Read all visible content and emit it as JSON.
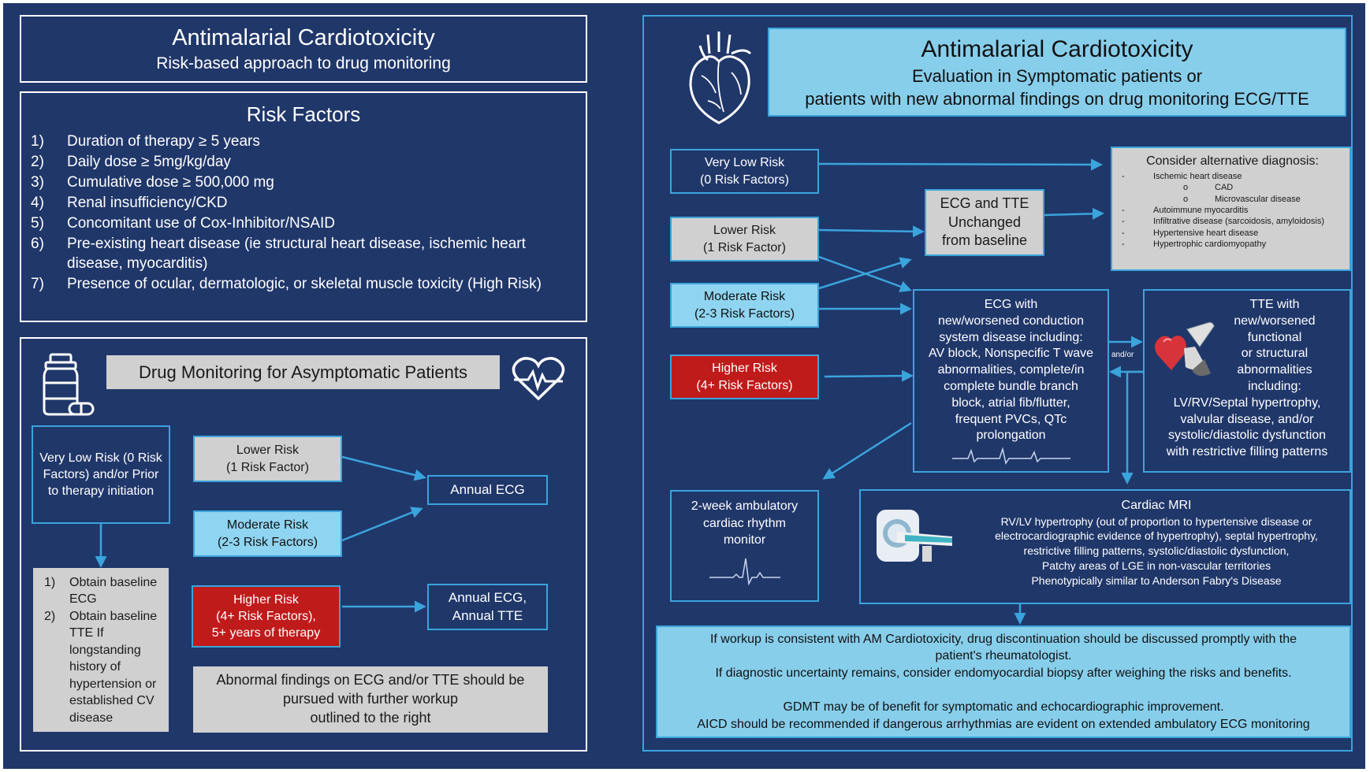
{
  "left": {
    "header": {
      "title": "Antimalarial Cardiotoxicity",
      "subtitle": "Risk-based approach to drug monitoring"
    },
    "risk_factors": {
      "title": "Risk Factors",
      "items": [
        {
          "num": "1)",
          "text": "Duration of therapy ≥ 5 years"
        },
        {
          "num": "2)",
          "text": "Daily dose ≥ 5mg/kg/day"
        },
        {
          "num": "3)",
          "text": "Cumulative dose ≥ 500,000 mg"
        },
        {
          "num": "4)",
          "text": "Renal insufficiency/CKD"
        },
        {
          "num": "5)",
          "text": "Concomitant use of Cox-Inhibitor/NSAID"
        },
        {
          "num": "6)",
          "text": "Pre-existing heart disease (ie structural heart disease, ischemic heart disease, myocarditis)"
        },
        {
          "num": "7)",
          "text": "Presence of ocular, dermatologic, or skeletal muscle toxicity (High Risk)"
        }
      ]
    },
    "monitoring": {
      "title": "Drug Monitoring for Asymptomatic Patients",
      "very_low": "Very Low Risk (0 Risk Factors) and/or Prior to therapy initiation",
      "steps": [
        {
          "num": "1)",
          "text": "Obtain baseline ECG"
        },
        {
          "num": "2)",
          "text": "Obtain baseline TTE If longstanding history of hypertension or established CV disease"
        }
      ],
      "lower": {
        "line1": "Lower Risk",
        "line2": "(1 Risk Factor)"
      },
      "moderate": {
        "line1": "Moderate Risk",
        "line2": "(2-3 Risk Factors)"
      },
      "higher": {
        "line1": "Higher Risk",
        "line2": "(4+ Risk Factors),",
        "line3": "5+ years of therapy"
      },
      "annual_ecg": "Annual ECG",
      "annual_ecg_tte": {
        "line1": "Annual ECG,",
        "line2": "Annual TTE"
      },
      "abnormal": {
        "line1": "Abnormal findings on ECG and/or TTE should be",
        "line2": "pursued with further workup",
        "line3": "outlined to the right"
      }
    }
  },
  "right": {
    "header": {
      "title": "Antimalarial Cardiotoxicity",
      "line1": "Evaluation in Symptomatic patients or",
      "line2": "patients with new abnormal findings on drug monitoring ECG/TTE"
    },
    "very_low": {
      "line1": "Very Low Risk",
      "line2": "(0 Risk Factors)"
    },
    "lower": {
      "line1": "Lower Risk",
      "line2": "(1 Risk Factor)"
    },
    "moderate": {
      "line1": "Moderate Risk",
      "line2": "(2-3 Risk Factors)"
    },
    "higher": {
      "line1": "Higher Risk",
      "line2": "(4+ Risk Factors)"
    },
    "unchanged": {
      "line1": "ECG and TTE",
      "line2": "Unchanged",
      "line3": "from baseline"
    },
    "alternative": {
      "title": "Consider alternative diagnosis:",
      "items": [
        {
          "bullet": "-",
          "text": "Ischemic heart disease",
          "level": 0
        },
        {
          "bullet": "o",
          "text": "CAD",
          "level": 1
        },
        {
          "bullet": "o",
          "text": "Microvascular disease",
          "level": 1
        },
        {
          "bullet": "-",
          "text": "Autoimmune myocarditis",
          "level": 0
        },
        {
          "bullet": "-",
          "text": "Infiltrative disease (sarcoidosis, amyloidosis)",
          "level": 0
        },
        {
          "bullet": "-",
          "text": "Hypertensive heart disease",
          "level": 0
        },
        {
          "bullet": "-",
          "text": "Hypertrophic cardiomyopathy",
          "level": 0
        }
      ]
    },
    "ecg_new": {
      "lines": [
        "ECG with",
        "new/worsened conduction",
        "system disease including:",
        "AV block, Nonspecific T wave",
        "abnormalities,  complete/in",
        "complete bundle branch",
        "block, atrial fib/flutter,",
        "frequent PVCs, QTc",
        "prolongation"
      ]
    },
    "andor": "and/or",
    "tte_new": {
      "lines": [
        "TTE with",
        "new/worsened",
        "functional",
        "or structural",
        "abnormalities",
        "including:",
        "LV/RV/Septal hypertrophy,",
        "valvular disease, and/or",
        "systolic/diastolic dysfunction",
        "with restrictive filling patterns"
      ]
    },
    "ambulatory": {
      "line1": "2-week ambulatory",
      "line2": "cardiac rhythm",
      "line3": "monitor"
    },
    "mri": {
      "title": "Cardiac MRI",
      "lines": [
        "RV/LV hypertrophy (out of proportion to hypertensive disease or",
        "electrocardiographic evidence of hypertrophy), septal hypertrophy,",
        "restrictive filling patterns, systolic/diastolic dysfunction,",
        "Patchy areas of LGE in non-vascular territories",
        "Phenotypically similar to Anderson Fabry's Disease"
      ]
    },
    "conclusion": {
      "lines": [
        "If workup is consistent with AM Cardiotoxicity, drug discontinuation should be discussed promptly with the",
        "patient's rheumatologist.",
        "If diagnostic uncertainty remains, consider endomyocardial biopsy after weighing  the risks and benefits.",
        "",
        "GDMT may be of benefit for symptomatic and echocardiographic improvement.",
        "AICD should be recommended if dangerous arrhythmias are evident on extended ambulatory  ECG monitoring"
      ]
    }
  },
  "icons": [
    "medicine-bottle-icon",
    "heartbeat-icon",
    "anatomical-heart-icon",
    "ultrasound-heart-icon",
    "mri-scanner-icon",
    "ecg-trace-icon"
  ],
  "colors": {
    "navy": "#20376a",
    "blue_border": "#3aa4dc",
    "gray": "#d0d0d0",
    "light_blue": "#8fd4f0",
    "red": "#c01b1b",
    "sky": "#87ceeb"
  }
}
